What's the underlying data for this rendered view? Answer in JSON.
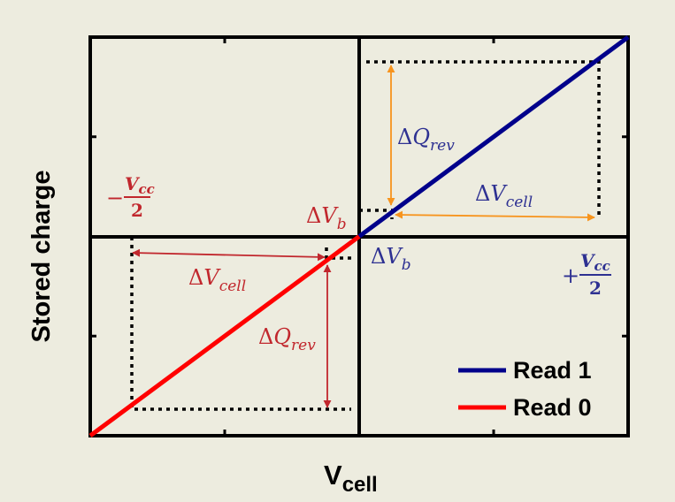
{
  "chart_data": {
    "type": "line",
    "xlabel_main": "V",
    "xlabel_sub": "cell",
    "ylabel": "Stored charge",
    "series": [
      {
        "name": "Read 1",
        "color": "#00008b",
        "x": [
          0,
          1
        ],
        "y": [
          0,
          1
        ]
      },
      {
        "name": "Read 0",
        "color": "#ff0000",
        "x": [
          -1,
          0
        ],
        "y": [
          -1,
          0
        ]
      }
    ],
    "xlim": [
      -1,
      1
    ],
    "ylim": [
      -1,
      1
    ],
    "grid": false,
    "legend": "bottom-right",
    "annotations": {
      "pos_vcc_sign": "+",
      "neg_vcc_sign": "−",
      "vcc_num": "V",
      "vcc_num_sub": "cc",
      "vcc_den": "2",
      "delta": "Δ",
      "dv_b_var": "V",
      "dv_b_sub": "b",
      "dv_cell_var": "V",
      "dv_cell_sub": "cell",
      "dq_rev_var": "Q",
      "dq_rev_sub": "rev"
    },
    "colors": {
      "annotation_positive": "#2e3192",
      "annotation_negative": "#c1272d",
      "arrow_positive": "#f7941d",
      "arrow_negative": "#c1272d",
      "guide": "#000000"
    }
  }
}
